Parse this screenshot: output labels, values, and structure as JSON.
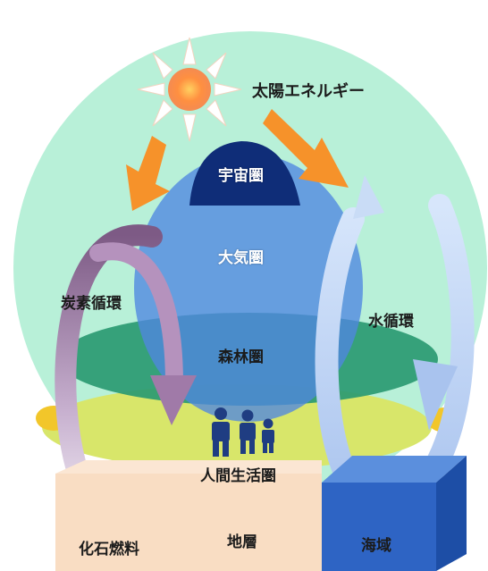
{
  "labels": {
    "solar_energy": "太陽エネルギー",
    "space": "宇宙圏",
    "atmosphere": "大気圏",
    "forest": "森林圏",
    "carbon_cycle": "炭素循環",
    "water_cycle": "水循環",
    "human_sphere": "人間生活圏",
    "fossil_fuel": "化石燃料",
    "strata": "地層",
    "ocean": "海域"
  },
  "icons": [
    "sun-icon",
    "people-icon"
  ],
  "colors": {
    "sky_sphere": "#b8f0d8",
    "space": "#0f2d78",
    "atmosphere": "#4f87e0",
    "forest": "#2a9a72",
    "human_ring": "#d8e66a",
    "sun": "#ff9040",
    "arrow": "#f6922a",
    "carbon_arrow": "#a07aa8",
    "water_arrow": "#bcd2f2",
    "strata": "#f9ddc3",
    "ocean": "#2e64c4",
    "people": "#1f3d82"
  }
}
